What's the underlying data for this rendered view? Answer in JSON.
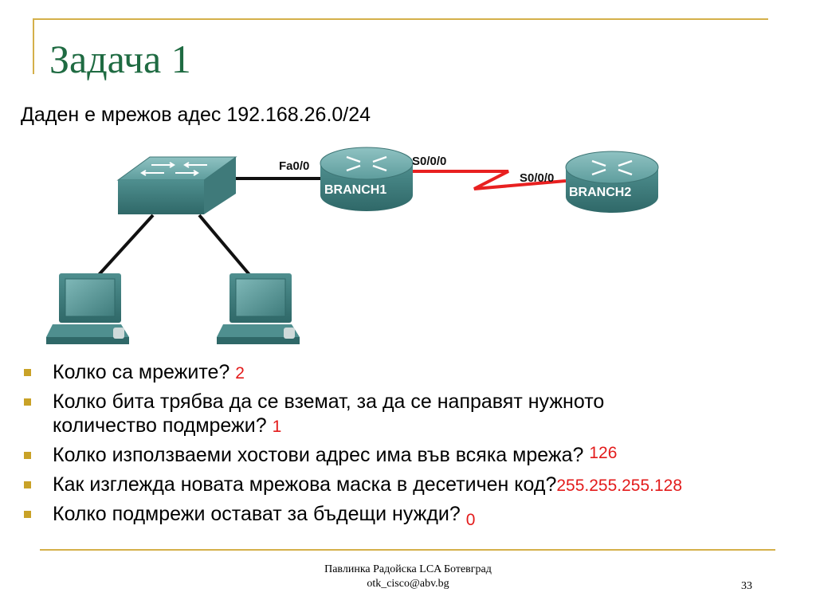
{
  "slide": {
    "title": "Задача 1",
    "subtitle": "Даден е мрежов адес 192.168.26.0/24"
  },
  "diagram": {
    "labels": {
      "fa00": "Fa0/0",
      "s000_branch1": "S0/0/0",
      "s000_branch2": "S0/0/0",
      "branch1": "BRANCH1",
      "branch2": "BRANCH2"
    },
    "icons": [
      "switch-icon",
      "router-icon",
      "router-icon",
      "pc-icon",
      "pc-icon"
    ],
    "colors": {
      "device": "#4f8f8f",
      "serial_link": "#e82020",
      "ethernet_link": "#111111"
    }
  },
  "questions": [
    {
      "text": "Колко са мрежите?",
      "answer": "2"
    },
    {
      "text": "Колко бита трябва да се вземат, за да се направят нужното",
      "text2": "количество подмрежи?",
      "answer": "1"
    },
    {
      "text": "Колко използваеми хостови адрес има във всяка мрежа?",
      "answer": "126"
    },
    {
      "text": "Как изглежда новата мрежова маска в десетичен код?",
      "answer": "255.255.255.128"
    },
    {
      "text": "Колко подмрежи остават за бъдещи нужди?",
      "answer": "0"
    }
  ],
  "footer": {
    "author": "Павлинка Радойска LCA Ботевград",
    "email": "otk_cisco@abv.bg",
    "page": "33"
  },
  "colors": {
    "title": "#1f6b42",
    "accent": "#d4b04a",
    "answer": "#e31b1b",
    "bullet": "#c9a227"
  }
}
